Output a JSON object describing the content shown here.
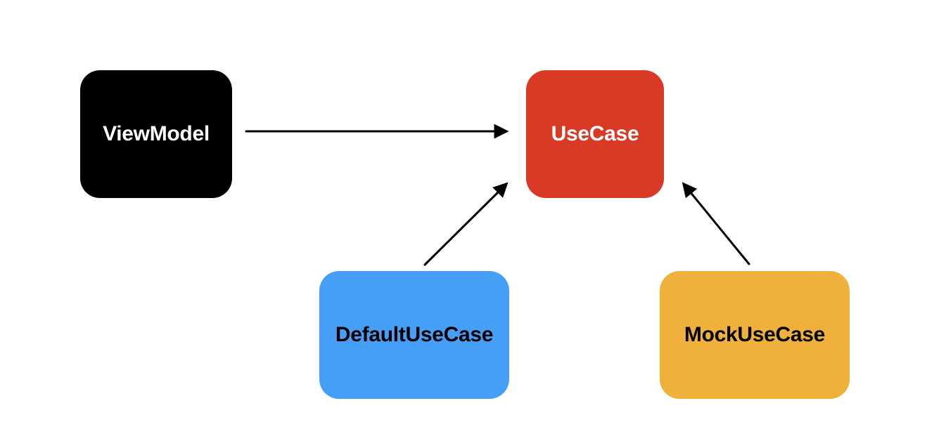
{
  "diagram": {
    "nodes": [
      {
        "id": "viewmodel",
        "label": "ViewModel",
        "fill": "#000000",
        "text_color": "#ffffff"
      },
      {
        "id": "usecase",
        "label": "UseCase",
        "fill": "#D93A26",
        "text_color": "#ffffff"
      },
      {
        "id": "default",
        "label": "DefaultUseCase",
        "fill": "#479EF7",
        "text_color": "#000000"
      },
      {
        "id": "mock",
        "label": "MockUseCase",
        "fill": "#F0B13C",
        "text_color": "#000000"
      }
    ],
    "edges": [
      {
        "from": "viewmodel",
        "to": "usecase"
      },
      {
        "from": "default",
        "to": "usecase"
      },
      {
        "from": "mock",
        "to": "usecase"
      }
    ],
    "edge_color": "#000000"
  }
}
